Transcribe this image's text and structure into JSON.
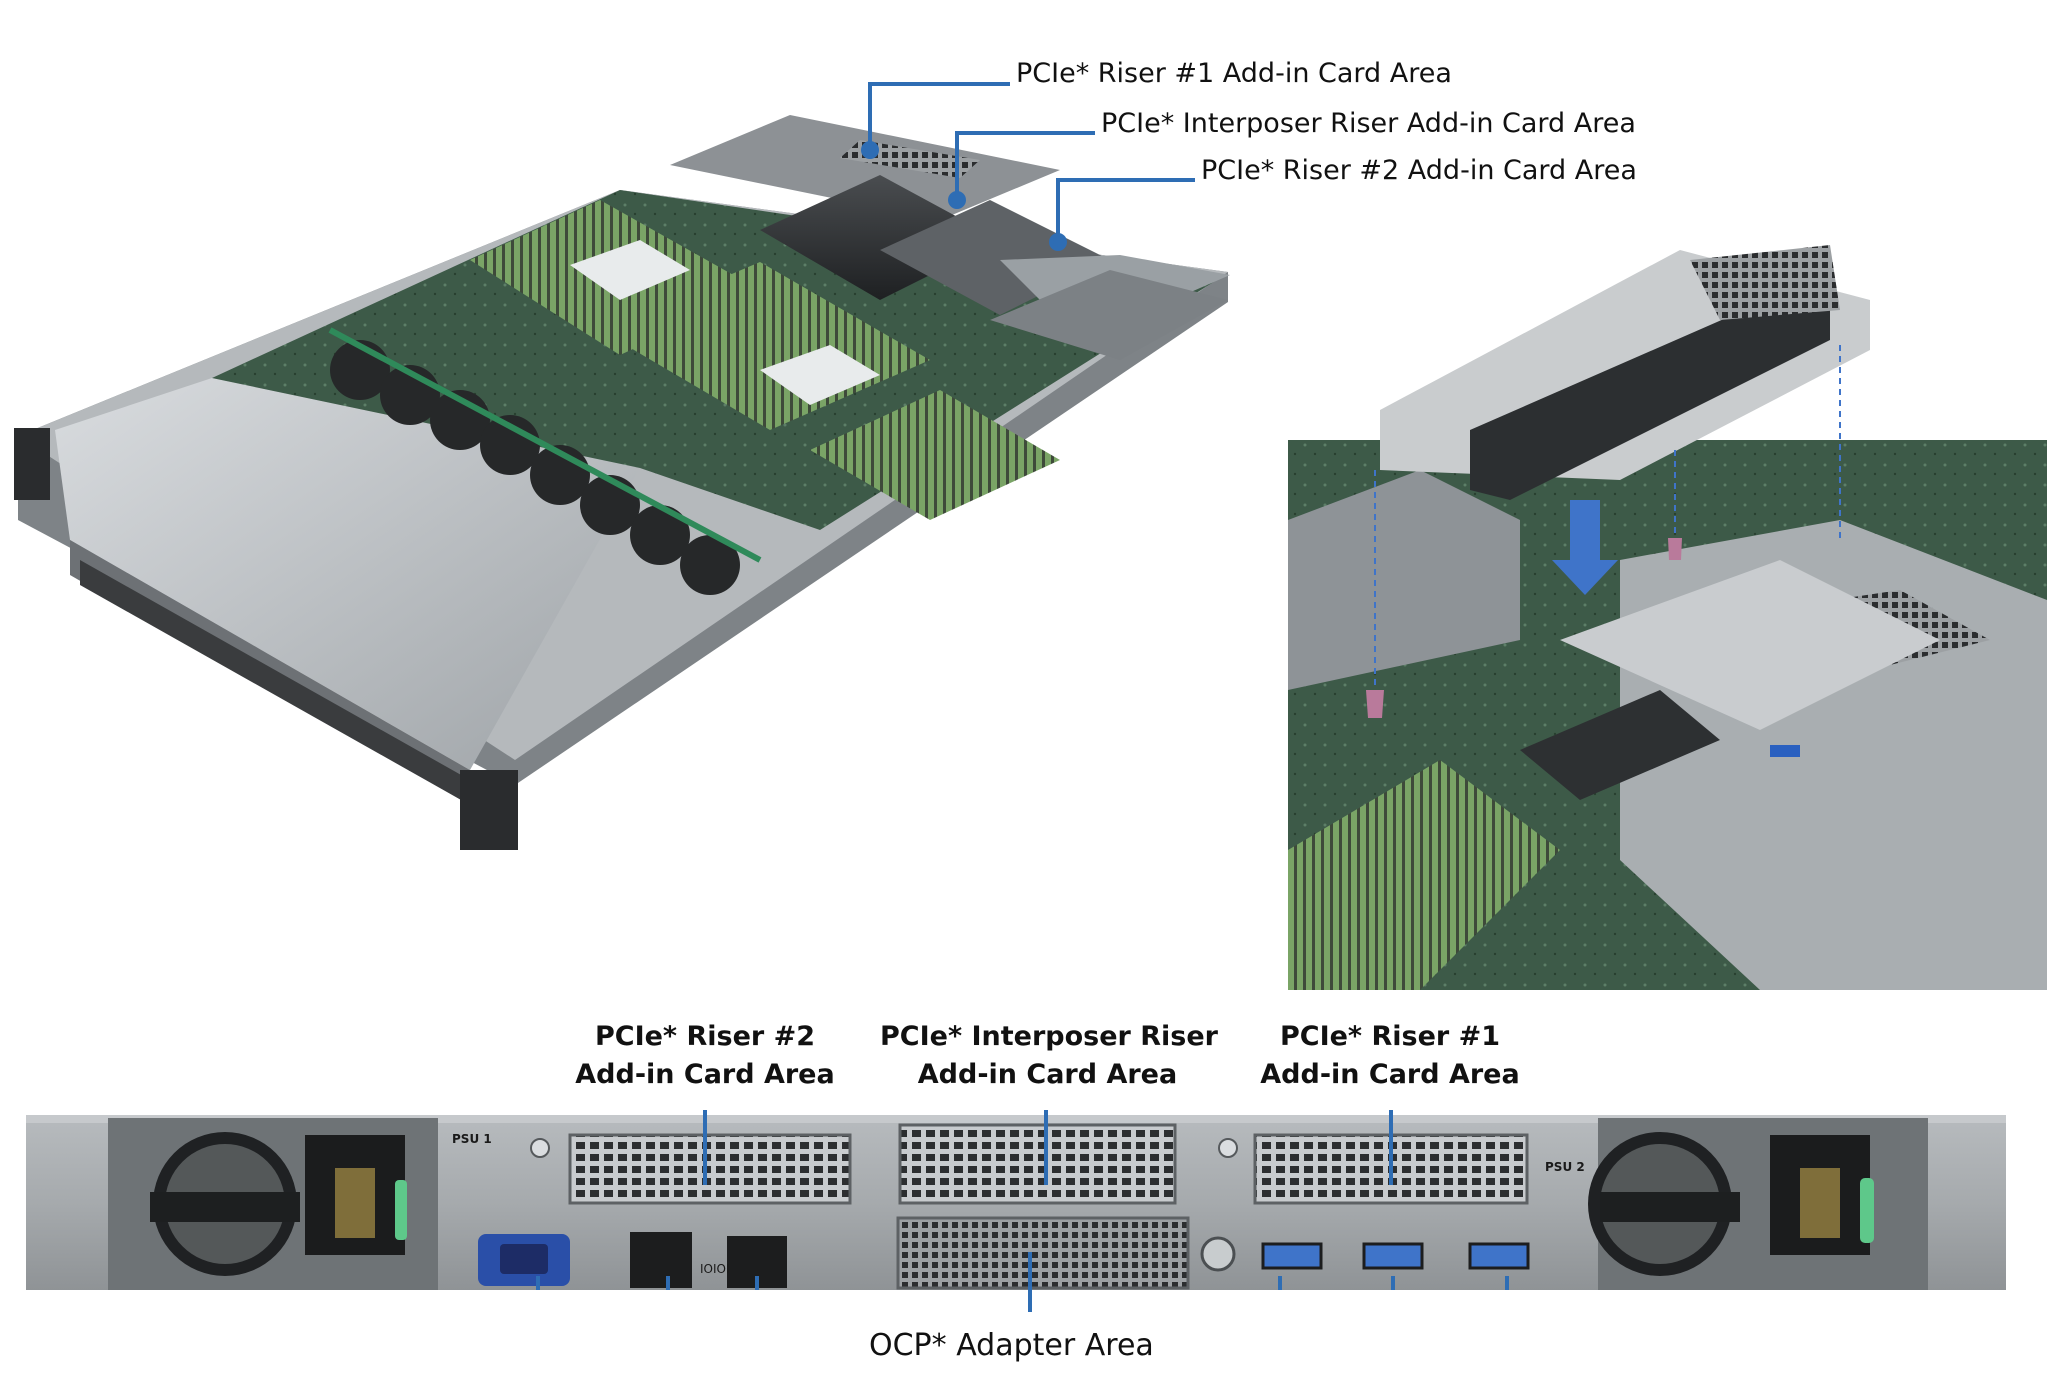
{
  "top_view": {
    "callouts": {
      "riser1": "PCIe* Riser #1 Add-in Card Area",
      "interposer": "PCIe* Interposer Riser Add-in Card Area",
      "riser2": "PCIe* Riser #2 Add-in Card Area"
    }
  },
  "rear_view": {
    "callouts": {
      "riser2_line1": "PCIe* Riser #2",
      "riser2_line2": "Add-in Card Area",
      "interposer_line1": "PCIe* Interposer Riser",
      "interposer_line2": "Add-in Card Area",
      "riser1_line1": "PCIe* Riser #1",
      "riser1_line2": "Add-in Card Area",
      "ocp": "OCP* Adapter Area"
    },
    "panel_labels": {
      "psu1": "PSU 1",
      "psu2": "PSU 2",
      "serial": "IOIOI"
    }
  },
  "colors": {
    "callout_line": "#2e6db4",
    "chassis": "#a8acaf",
    "dimm_green": "#6f9a5a",
    "vga_blue": "#2a4fa8",
    "usb_blue": "#3f74c9"
  }
}
